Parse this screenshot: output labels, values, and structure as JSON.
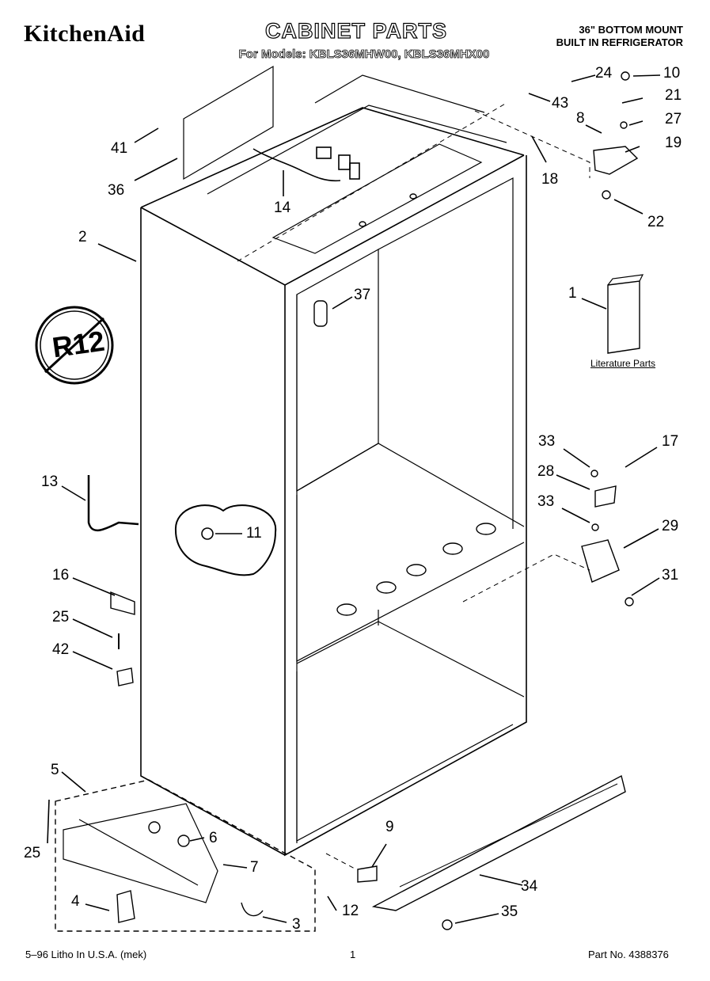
{
  "header": {
    "brand": "KitchenAid",
    "title": "CABINET PARTS",
    "models": "For Models: KBLS36MHW00, KBLS36MHX00",
    "desc_line1": "36\" BOTTOM MOUNT",
    "desc_line2": "BUILT IN REFRIGERATOR"
  },
  "footer": {
    "left": "5–96 Litho In U.S.A. (mek)",
    "center": "1",
    "right": "Part No. 4388376"
  },
  "badge": {
    "text": "R12"
  },
  "literature_label": "Literature Parts",
  "callouts": [
    {
      "id": "c24",
      "text": "24"
    },
    {
      "id": "c10",
      "text": "10"
    },
    {
      "id": "c43",
      "text": "43"
    },
    {
      "id": "c21",
      "text": "21"
    },
    {
      "id": "c8",
      "text": "8"
    },
    {
      "id": "c27",
      "text": "27"
    },
    {
      "id": "c19",
      "text": "19"
    },
    {
      "id": "c18",
      "text": "18"
    },
    {
      "id": "c22",
      "text": "22"
    },
    {
      "id": "c41",
      "text": "41"
    },
    {
      "id": "c36",
      "text": "36"
    },
    {
      "id": "c14",
      "text": "14"
    },
    {
      "id": "c2",
      "text": "2"
    },
    {
      "id": "c37",
      "text": "37"
    },
    {
      "id": "c1",
      "text": "1"
    },
    {
      "id": "c33a",
      "text": "33"
    },
    {
      "id": "c17",
      "text": "17"
    },
    {
      "id": "c28",
      "text": "28"
    },
    {
      "id": "c33b",
      "text": "33"
    },
    {
      "id": "c29",
      "text": "29"
    },
    {
      "id": "c31",
      "text": "31"
    },
    {
      "id": "c13",
      "text": "13"
    },
    {
      "id": "c11",
      "text": "11"
    },
    {
      "id": "c16",
      "text": "16"
    },
    {
      "id": "c25a",
      "text": "25"
    },
    {
      "id": "c42",
      "text": "42"
    },
    {
      "id": "c5",
      "text": "5"
    },
    {
      "id": "c25b",
      "text": "25"
    },
    {
      "id": "c6",
      "text": "6"
    },
    {
      "id": "c7",
      "text": "7"
    },
    {
      "id": "c4",
      "text": "4"
    },
    {
      "id": "c3",
      "text": "3"
    },
    {
      "id": "c9",
      "text": "9"
    },
    {
      "id": "c12",
      "text": "12"
    },
    {
      "id": "c34",
      "text": "34"
    },
    {
      "id": "c35",
      "text": "35"
    }
  ]
}
